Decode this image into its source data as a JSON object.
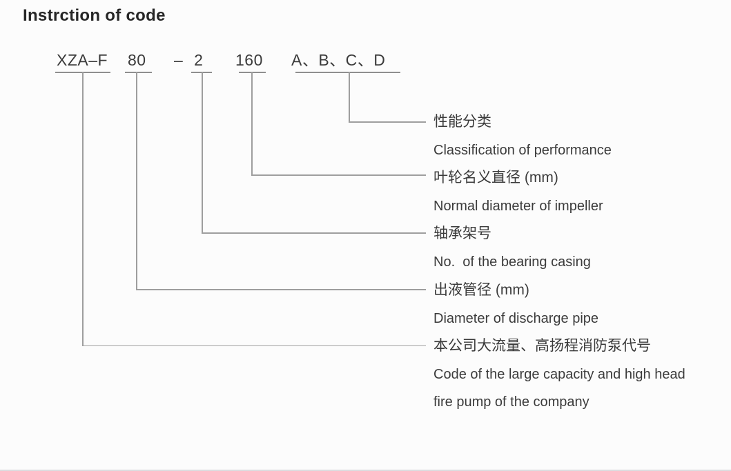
{
  "page": {
    "title": "Instrction of code"
  },
  "colors": {
    "background": "#fcfcfc",
    "title": "#262626",
    "text": "#3b3b3b",
    "line": "#9e9e9e",
    "underline": "#8f8f8f"
  },
  "code": {
    "full": "XZA–F 80 – 2 160 A、B、C、D",
    "segments": [
      {
        "text": "XZA–F"
      },
      {
        "text": "80"
      },
      {
        "text": "– 2"
      },
      {
        "text": "160"
      },
      {
        "text": "A、B、C、D"
      }
    ]
  },
  "labels": [
    {
      "for_code_part": "A、B、C、D",
      "zh": "性能分类",
      "en": "Classification of performance"
    },
    {
      "for_code_part": "160",
      "zh": "叶轮名义直径 (mm)",
      "en": "Normal diameter of impeller"
    },
    {
      "for_code_part": "– 2",
      "zh": "轴承架号",
      "en": "No.  of the bearing casing"
    },
    {
      "for_code_part": "80",
      "zh": "出液管径 (mm)",
      "en": "Diameter of discharge pipe"
    },
    {
      "for_code_part": "XZA–F",
      "zh": "本公司大流量、高扬程消防泵代号",
      "en": "Code of the large capacity and high head fire pump of the company"
    }
  ]
}
